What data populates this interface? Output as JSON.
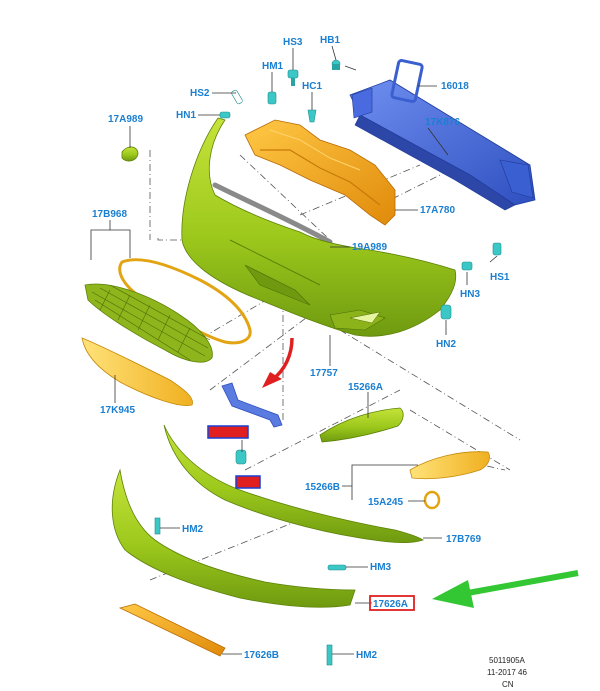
{
  "labels": {
    "hs3": "HS3",
    "hb1": "HB1",
    "hm1": "HM1",
    "hc1": "HC1",
    "p16018": "16018",
    "hs2": "HS2",
    "hn1": "HN1",
    "p17a989": "17A989",
    "p17k876": "17K876",
    "p17a780": "17A780",
    "p17b968": "17B968",
    "p19a989": "19A989",
    "hs1": "HS1",
    "hn3": "HN3",
    "hn2": "HN2",
    "p17757": "17757",
    "p17k945": "17K945",
    "p15266a": "15266A",
    "p15266b": "15266B",
    "p15a245": "15A245",
    "p17b769": "17B769",
    "hm2a": "HM2",
    "hm3": "HM3",
    "p17626a": "17626A",
    "p17626b": "17626B",
    "hm2b": "HM2"
  },
  "footer": {
    "code": "5011905A",
    "date": "11-2017 46",
    "region": "CN"
  },
  "colors": {
    "label_text": "#1a7fd1",
    "bumper_green": "#9cc81c",
    "reinforcement_blue": "#3a5fd0",
    "absorber_orange": "#f2a418",
    "fastener_teal": "#3cc7c7",
    "highlight_red": "#e02020",
    "pointer_green": "#34c734"
  }
}
